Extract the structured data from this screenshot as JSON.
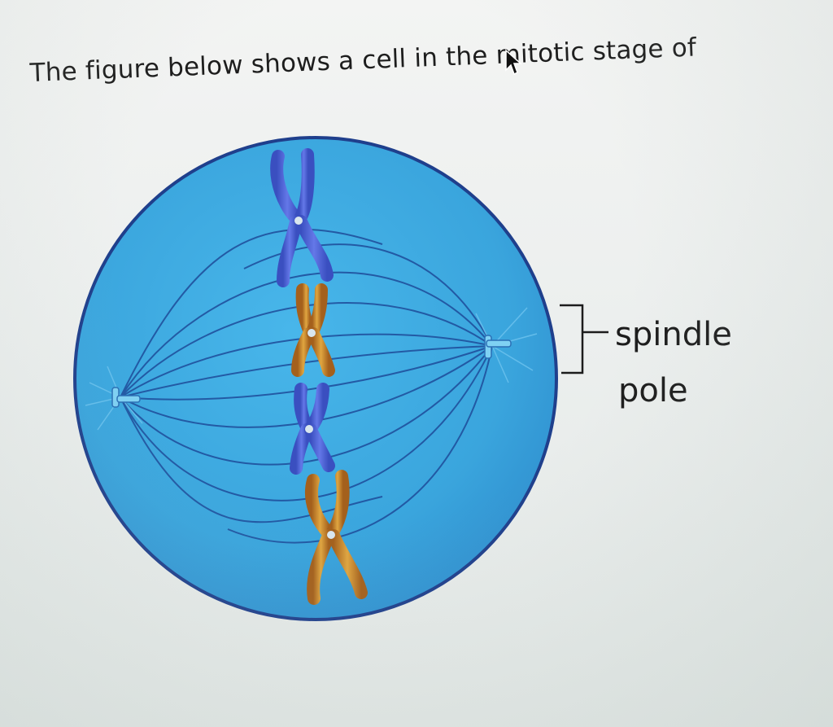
{
  "question": {
    "text": "The figure below shows a cell in the mitotic stage of"
  },
  "diagram": {
    "labels": {
      "spindle": "spindle",
      "pole": "pole"
    },
    "colors": {
      "cytoplasm": "#3aa8df",
      "membrane": "#1f3f8c",
      "chromosome_blue": "#4b63d6",
      "chromosome_orange": "#c98a2b",
      "centromere": "#d9e6ee"
    }
  }
}
